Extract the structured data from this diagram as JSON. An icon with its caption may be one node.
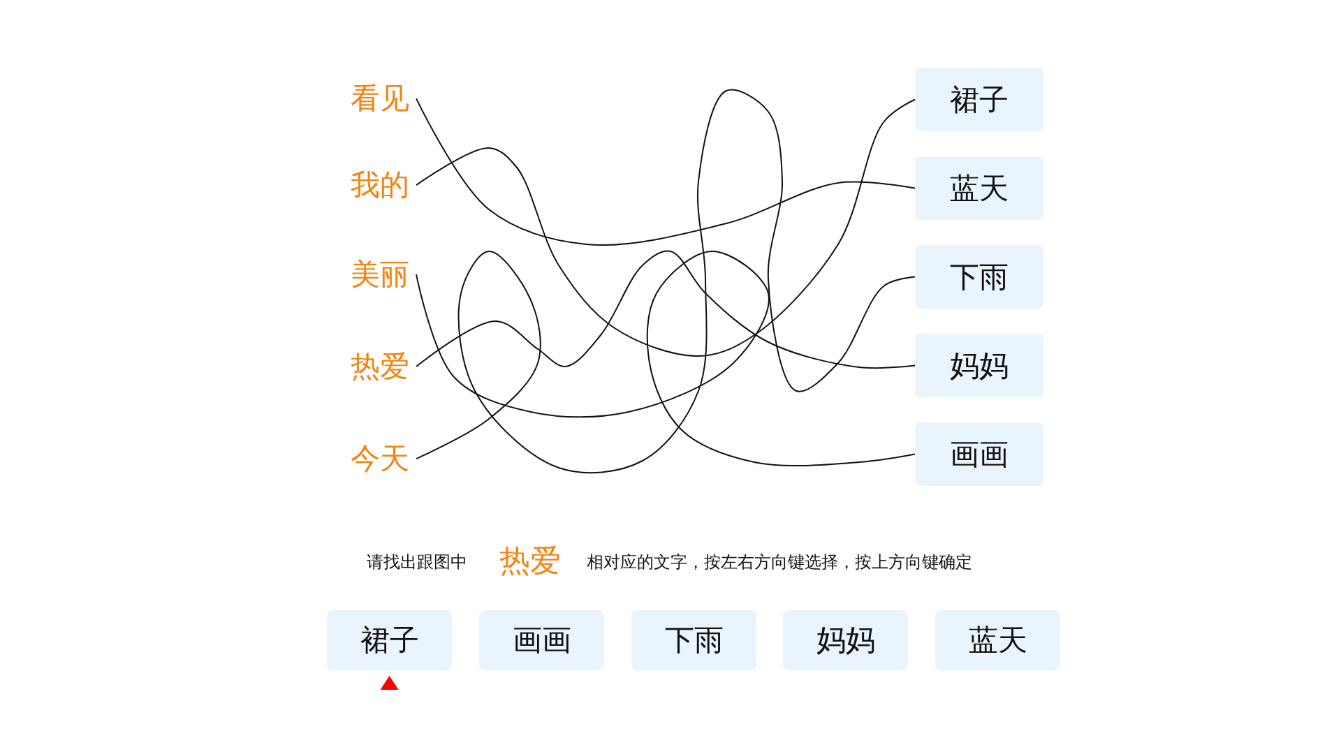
{
  "diagram": {
    "nodes": [
      {
        "text": [
          "看见"
        ]
      },
      {
        "text": [
          "我的"
        ]
      },
      {
        "text": [
          "美丽"
        ]
      },
      {
        "text": [
          "热爱"
        ]
      },
      {
        "text": [
          "今天"
        ]
      },
      {
        "text": [
          "裙子"
        ]
      },
      {
        "text": [
          "蓝天"
        ]
      },
      {
        "text": [
          "下雨"
        ]
      },
      {
        "text": [
          "妈妈"
        ]
      },
      {
        "text": [
          "画画"
        ]
      },
      {
        "text": [
          "裙子"
        ]
      },
      {
        "text": [
          "画画"
        ]
      },
      {
        "text": [
          "下雨"
        ]
      },
      {
        "text": [
          "妈妈"
        ]
      },
      {
        "text": [
          "蓝天"
        ]
      }
    ],
    "edges": [
      {
        "from": 0,
        "to": 6,
        "arrow": "none"
      },
      {
        "from": 1,
        "to": 5,
        "arrow": "none"
      },
      {
        "from": 2,
        "to": 9,
        "arrow": "none"
      },
      {
        "from": 3,
        "to": 8,
        "arrow": "none"
      },
      {
        "from": 4,
        "to": 7,
        "arrow": "none"
      }
    ],
    "labels": [
      "请找出跟图中",
      "热爱",
      "相对应的文字，按左右方向键选择，按上方向键确定"
    ]
  }
}
